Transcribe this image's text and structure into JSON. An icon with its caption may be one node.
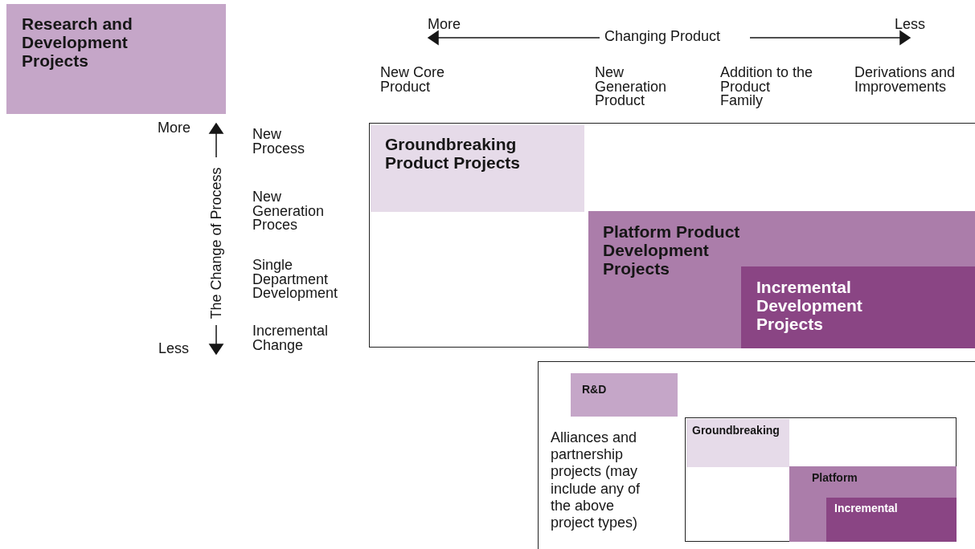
{
  "diagram": {
    "nodes": [
      {
        "text": [
          "Research and Development Projects"
        ]
      },
      {
        "text": [],
        "shape": "box"
      },
      {
        "text": [
          "Groundbreaking Product Projects"
        ],
        "in": 1
      },
      {
        "text": [
          "Platform Product Development Projects"
        ],
        "in": 1
      },
      {
        "text": [
          "Incremental Development Projects"
        ],
        "in": 3
      },
      {
        "text": [
          "Alliances and partnership projects (may include any of the above project types)"
        ]
      },
      {
        "text": [
          "R&D"
        ],
        "in": 5
      },
      {
        "text": [],
        "shape": "box",
        "in": 5
      },
      {
        "text": [
          "Groundbreaking"
        ],
        "in": 7
      },
      {
        "text": [
          "Platform"
        ],
        "in": 7
      },
      {
        "text": [
          "Incremental"
        ],
        "in": 9
      }
    ],
    "labels": [
      "More",
      "Changing Product",
      "Less",
      "New Core Product",
      "New Generation Product",
      "Addition to the Product Family",
      "Derivations and Improvements",
      "More",
      "The Change of Process",
      "Less",
      "New Process",
      "New Generation Proces",
      "Single Department Development",
      "Incremental Change"
    ]
  }
}
